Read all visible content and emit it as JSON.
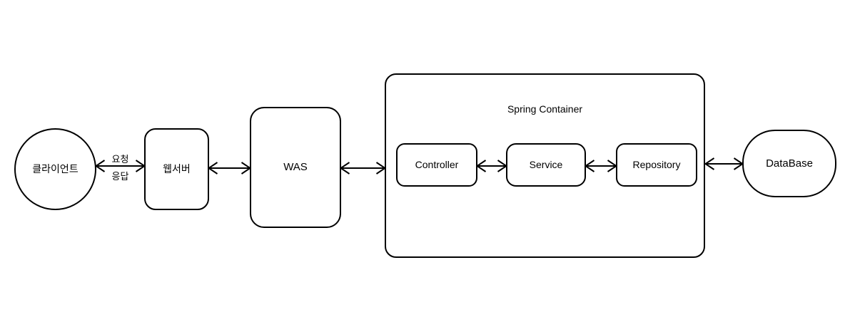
{
  "diagram": {
    "title": "Spring Container",
    "colors": {
      "stroke": "#000000",
      "fill": "#ffffff",
      "background": "#ffffff"
    },
    "nodes": {
      "client": {
        "label": "클라이언트",
        "shape": "circle"
      },
      "web_server": {
        "label": "웹서버",
        "shape": "rounded-rect"
      },
      "was": {
        "label": "WAS",
        "shape": "rounded-rect"
      },
      "spring_container": {
        "label": "Spring Container",
        "shape": "rounded-rect-group"
      },
      "controller": {
        "label": "Controller",
        "shape": "rounded-rect"
      },
      "service": {
        "label": "Service",
        "shape": "rounded-rect"
      },
      "repository": {
        "label": "Repository",
        "shape": "rounded-rect"
      },
      "database": {
        "label": "DataBase",
        "shape": "rounded-rect"
      }
    },
    "edges": [
      {
        "from": "client",
        "to": "web_server",
        "type": "double-arrow",
        "label_top": "요청",
        "label_bottom": "응답"
      },
      {
        "from": "web_server",
        "to": "was",
        "type": "double-arrow"
      },
      {
        "from": "was",
        "to": "spring_container",
        "type": "double-arrow"
      },
      {
        "from": "controller",
        "to": "service",
        "type": "double-arrow"
      },
      {
        "from": "service",
        "to": "repository",
        "type": "double-arrow"
      },
      {
        "from": "spring_container",
        "to": "database",
        "type": "double-arrow"
      }
    ]
  }
}
